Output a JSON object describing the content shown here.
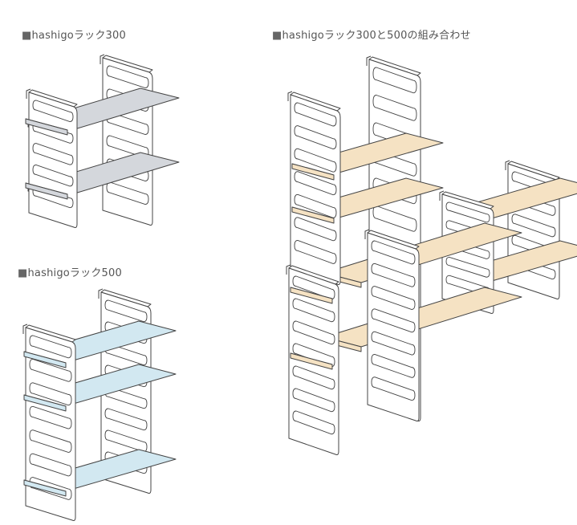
{
  "captions": {
    "rack300": {
      "marker": "■",
      "label": "hashigoラック300"
    },
    "rack500": {
      "marker": "■",
      "label": "hashigoラック500"
    },
    "combo": {
      "marker": "■",
      "label": "hashigoラック300と500の組み合わせ"
    }
  },
  "colors": {
    "shelf300": "#d4d7dc",
    "shelf500": "#d2e8f1",
    "shelfCombo": "#f5e2c3",
    "outline": "#444444",
    "frame": "#ffffff"
  }
}
